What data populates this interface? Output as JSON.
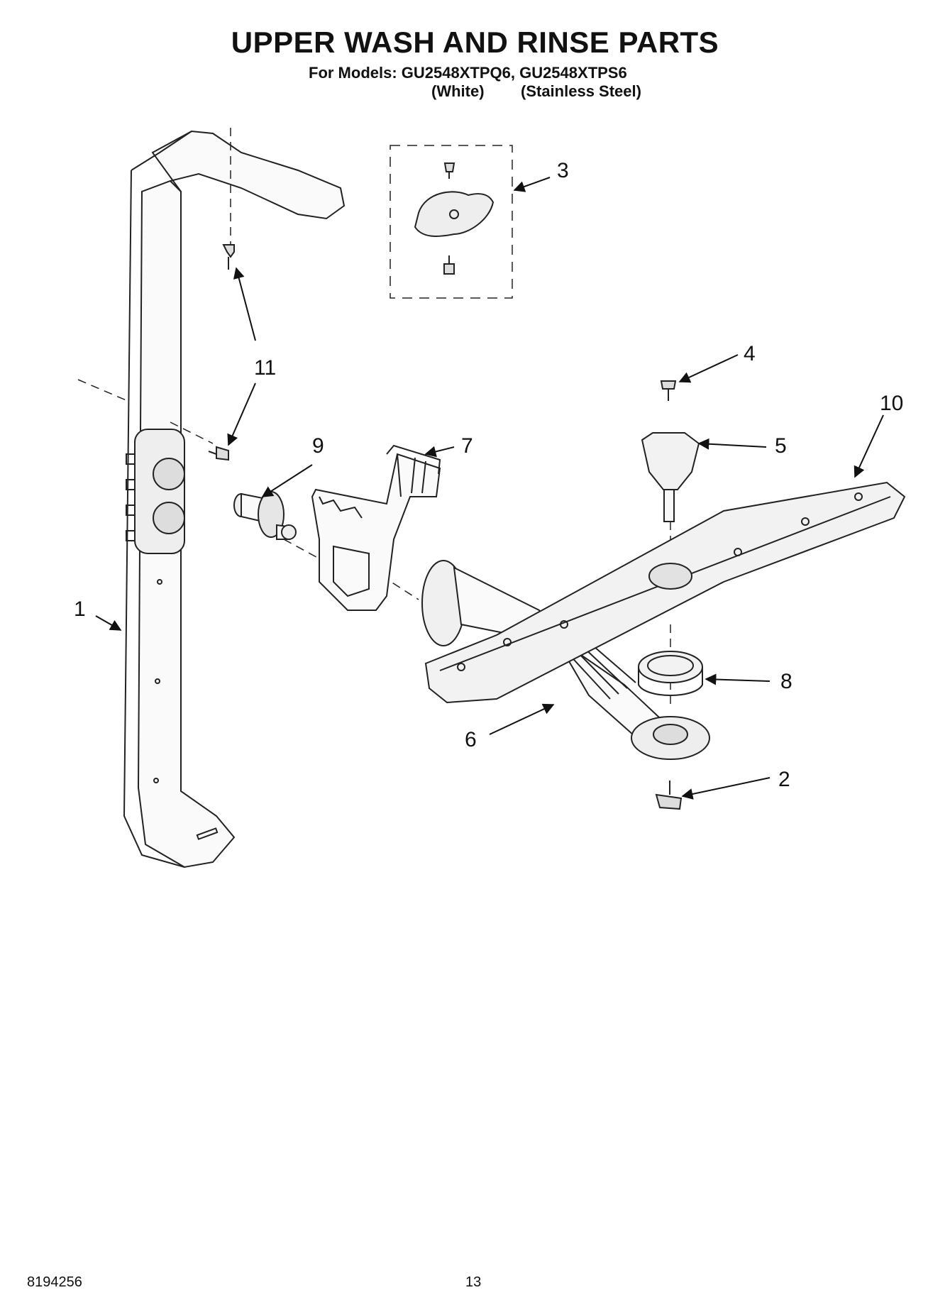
{
  "header": {
    "title": "UPPER WASH AND RINSE PARTS",
    "models": "For Models: GU2548XTPQ6, GU2548XTPS6",
    "finish_white": "(White)",
    "finish_stainless": "(Stainless Steel)"
  },
  "callouts": [
    {
      "id": "1",
      "label": "1"
    },
    {
      "id": "2",
      "label": "2"
    },
    {
      "id": "3",
      "label": "3"
    },
    {
      "id": "4",
      "label": "4"
    },
    {
      "id": "5",
      "label": "5"
    },
    {
      "id": "6",
      "label": "6"
    },
    {
      "id": "7",
      "label": "7"
    },
    {
      "id": "8",
      "label": "8"
    },
    {
      "id": "9",
      "label": "9"
    },
    {
      "id": "10",
      "label": "10"
    },
    {
      "id": "11",
      "label": "11"
    }
  ],
  "footer": {
    "part_number": "8194256",
    "page": "13"
  }
}
